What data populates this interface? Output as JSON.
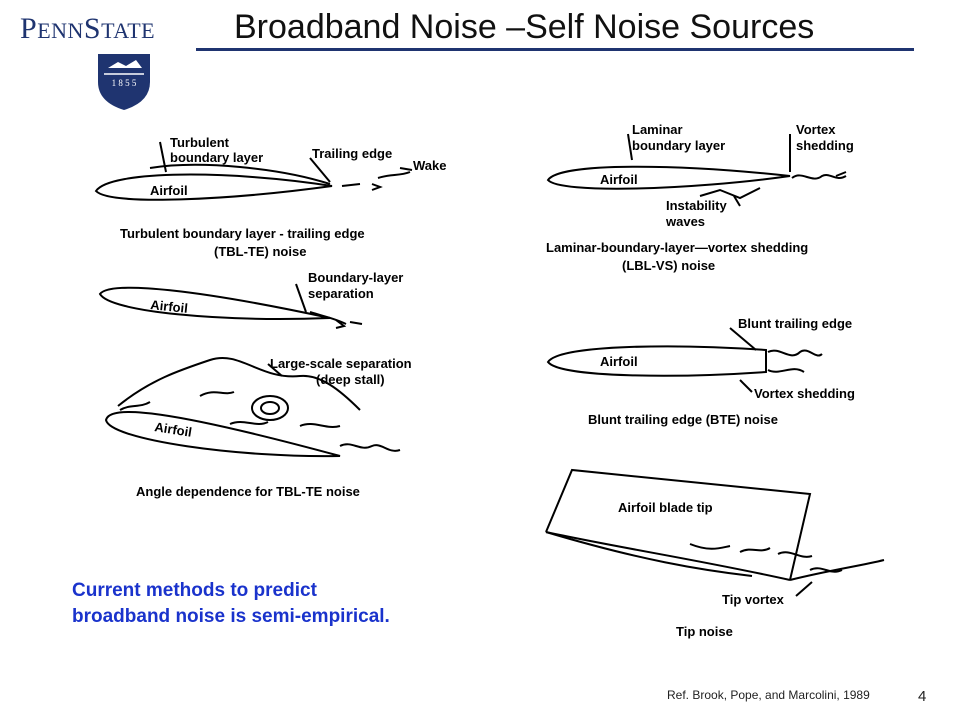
{
  "header": {
    "logo_text_p": "P",
    "logo_text_enn": "ENN",
    "logo_text_s": "S",
    "logo_text_tate": "TATE",
    "shield_year": "1 8 5 5",
    "title": "Broadband Noise –Self Noise Sources"
  },
  "diagrams": {
    "tbl_te": {
      "label_turbulent_1": "Turbulent",
      "label_turbulent_2": "boundary layer",
      "label_trailing_edge": "Trailing edge",
      "label_wake": "Wake",
      "label_airfoil": "Airfoil",
      "caption_1": "Turbulent boundary layer - trailing edge",
      "caption_2": "(TBL-TE) noise"
    },
    "separation": {
      "label_airfoil": "Airfoil",
      "label_bl_sep_1": "Boundary-layer",
      "label_bl_sep_2": "separation"
    },
    "stall": {
      "label_large_1": "Large-scale separation",
      "label_large_2": "(deep stall)",
      "label_airfoil": "Airfoil",
      "caption": "Angle dependence for TBL-TE noise"
    },
    "lbl_vs": {
      "label_laminar_1": "Laminar",
      "label_laminar_2": "boundary layer",
      "label_vortex_1": "Vortex",
      "label_vortex_2": "shedding",
      "label_airfoil": "Airfoil",
      "label_instab_1": "Instability",
      "label_instab_2": "waves",
      "caption_1": "Laminar-boundary-layer—vortex shedding",
      "caption_2": "(LBL-VS) noise"
    },
    "bte": {
      "label_blunt": "Blunt trailing edge",
      "label_airfoil": "Airfoil",
      "label_vortex": "Vortex shedding",
      "caption": "Blunt trailing edge (BTE) noise"
    },
    "tip": {
      "label_blade_tip": "Airfoil blade tip",
      "label_tip_vortex": "Tip vortex",
      "caption": "Tip noise"
    }
  },
  "note": {
    "line1": "Current methods to predict",
    "line2": "broadband noise is semi-empirical."
  },
  "footer": {
    "reference": "Ref.  Brook, Pope, and Marcolini,  1989",
    "page_number": "4"
  },
  "colors": {
    "brand_navy": "#1f3470",
    "note_blue": "#1a33cc"
  }
}
